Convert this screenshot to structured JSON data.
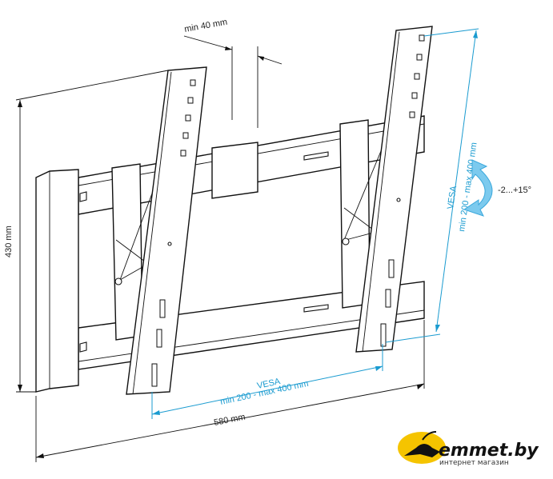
{
  "dimensions": {
    "min_spacing": "min 40 mm",
    "height": "430 mm",
    "width": "580 mm",
    "vesa_horizontal_title": "VESA",
    "vesa_horizontal_range": "min 200 - max 400 mm",
    "vesa_vertical_title": "VESA",
    "vesa_vertical_range": "min 200 - max 400 mm",
    "tilt_range": "-2...+15°"
  },
  "logo": {
    "name": "emmet.by",
    "tagline": "интернет магазин",
    "color": "#f5c400"
  },
  "colors": {
    "accent": "#1a9bd0",
    "line": "#111111"
  }
}
